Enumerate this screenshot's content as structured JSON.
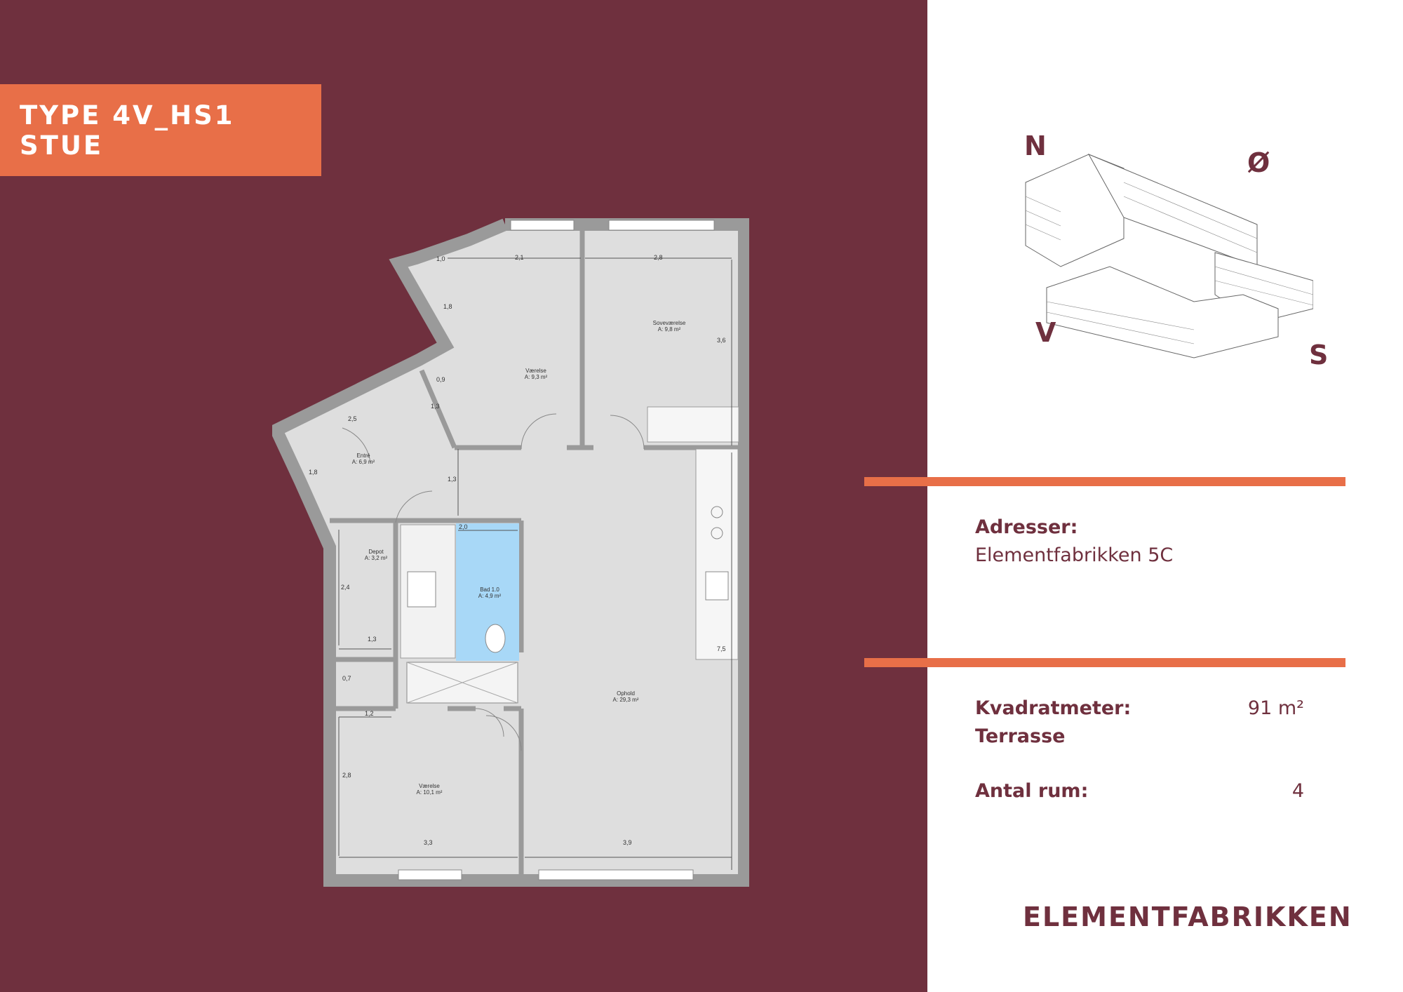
{
  "header": {
    "type_label": "TYPE 4V_HS1 STUE"
  },
  "floorplan": {
    "rooms": [
      {
        "name": "Værelse",
        "area": "A: 9,3 m²"
      },
      {
        "name": "Soveværelse",
        "area": "A: 9,8 m²"
      },
      {
        "name": "Entré",
        "area": "A: 6,9 m²"
      },
      {
        "name": "Depot",
        "area": "A: 3,2 m²"
      },
      {
        "name": "Bad 1.0",
        "area": "A: 4,9 m²"
      },
      {
        "name": "Ophold",
        "area": "A: 29,3 m²"
      },
      {
        "name": "Værelse",
        "area": "A: 10,1 m²"
      }
    ],
    "dimensions": [
      "1,0",
      "2,1",
      "2,8",
      "1,8",
      "3,6",
      "0,9",
      "1,3",
      "2,5",
      "1,8",
      "1,3",
      "2,0",
      "2,4",
      "1,3",
      "0,7",
      "1,2",
      "2,8",
      "3,3",
      "3,9",
      "7,5"
    ]
  },
  "compass": {
    "n": "N",
    "e": "Ø",
    "w": "V",
    "s": "S"
  },
  "info": {
    "address_label": "Adresser:",
    "address_value": "Elementfabrikken 5C",
    "sqm_label": "Kvadratmeter:",
    "sqm_value": "91 m²",
    "terrace_label": "Terrasse",
    "rooms_label": "Antal rum:",
    "rooms_value": "4"
  },
  "brand": {
    "name": "ELEMENTFABRIKKEN"
  },
  "colors": {
    "maroon": "#6f303e",
    "orange": "#e86f48",
    "bath": "#a8d8f7",
    "wall": "#999999",
    "floor": "#dedede"
  }
}
